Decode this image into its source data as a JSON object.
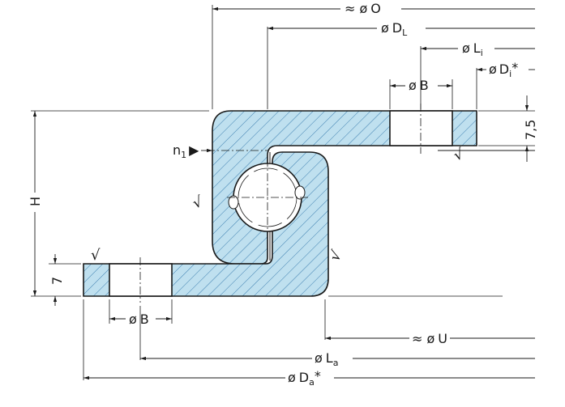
{
  "diagram": {
    "fill_color": "#bfe0ef",
    "hatch_color": "#3d7fb0",
    "line_color": "#1a1a1a",
    "dimensions": {
      "O": {
        "prefix": "≈ ø",
        "main": "O",
        "sub": ""
      },
      "DL": {
        "prefix": "ø",
        "main": "D",
        "sub": "L"
      },
      "Li": {
        "prefix": "ø",
        "main": "L",
        "sub": "i"
      },
      "Di": {
        "prefix": "ø",
        "main": "D",
        "sub": "i",
        "suffix": "*"
      },
      "B_top": {
        "prefix": "ø",
        "main": "B"
      },
      "H": {
        "main": "H"
      },
      "t75": {
        "main": "7,5"
      },
      "t7": {
        "main": "7"
      },
      "B_bottom": {
        "prefix": "ø",
        "main": "B"
      },
      "U": {
        "prefix": "≈ ø",
        "main": "U"
      },
      "La": {
        "prefix": "ø",
        "main": "L",
        "sub": "a"
      },
      "Da": {
        "prefix": "ø",
        "main": "D",
        "sub": "a",
        "suffix": "*"
      }
    },
    "marker": {
      "main": "n",
      "sub": "1",
      "arrow": "▶"
    },
    "surface_symbols": [
      "√",
      "√",
      "√",
      "√"
    ]
  }
}
